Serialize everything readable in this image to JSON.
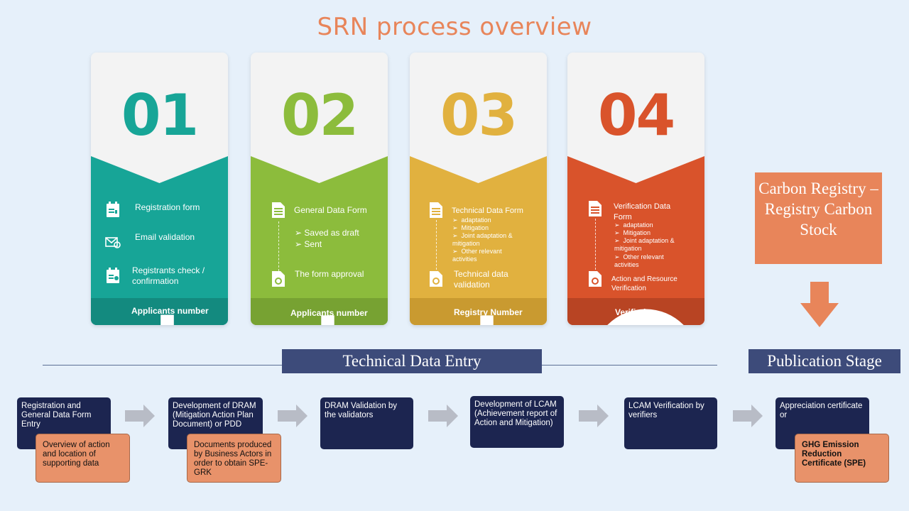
{
  "title": "SRN process overview",
  "cards": [
    {
      "number": "01",
      "color": "#17a597",
      "footer_color": "#138a7f",
      "num_color": "#17a597",
      "items": [
        "Registration form",
        "Email validation",
        "Registrants check / confirmation"
      ],
      "footer": "Applicants number"
    },
    {
      "number": "02",
      "color": "#8cbc3c",
      "footer_color": "#77a232",
      "num_color": "#8cbc3c",
      "title": "General Data Form",
      "subs": [
        "Saved as draft",
        "Sent"
      ],
      "final": "The form approval",
      "footer": "Applicants number"
    },
    {
      "number": "03",
      "color": "#e1b13f",
      "footer_color": "#c99a30",
      "num_color": "#e1b13f",
      "title": "Technical Data Form",
      "subs": [
        "adaptation",
        "Mitigation",
        "Joint adaptation & mitigation",
        "Other relevant activities"
      ],
      "final": "Technical data validation",
      "footer": "Registry Number"
    },
    {
      "number": "04",
      "color": "#d9532b",
      "footer_color": "#b84423",
      "num_color": "#d9532b",
      "title": "Verification Data Form",
      "subs": [
        "adaptation",
        "Mitigation",
        "Joint adaptation & mitigation",
        "Other relevant activities"
      ],
      "final": "Action and Resource Verification",
      "footer": "Verified"
    }
  ],
  "carbon_box": "Carbon Registry – Registry Carbon Stock",
  "banners": {
    "technical": "Technical Data Entry",
    "publication": "Publication Stage"
  },
  "steps": [
    {
      "label": "Registration and General Data Form Entry",
      "note": "Overview of action and location of supporting data"
    },
    {
      "label": "Development of DRAM (Mitigation Action Plan Document) or PDD",
      "note": "Documents produced by Business Actors in order to obtain SPE-GRK"
    },
    {
      "label": "DRAM Validation by the validators"
    },
    {
      "label": "Development of LCAM (Achievement report of Action and Mitigation)"
    },
    {
      "label": "LCAM Verification by verifiers"
    },
    {
      "label": "Appreciation certificate or",
      "note": "GHG Emission Reduction Certificate (SPE)"
    }
  ],
  "colors": {
    "background": "#e6f0fa",
    "title": "#e8855a",
    "navy": "#1c2550",
    "banner": "#3d4b7a",
    "note": "#e8926a",
    "arrow": "#b8bcc6"
  }
}
